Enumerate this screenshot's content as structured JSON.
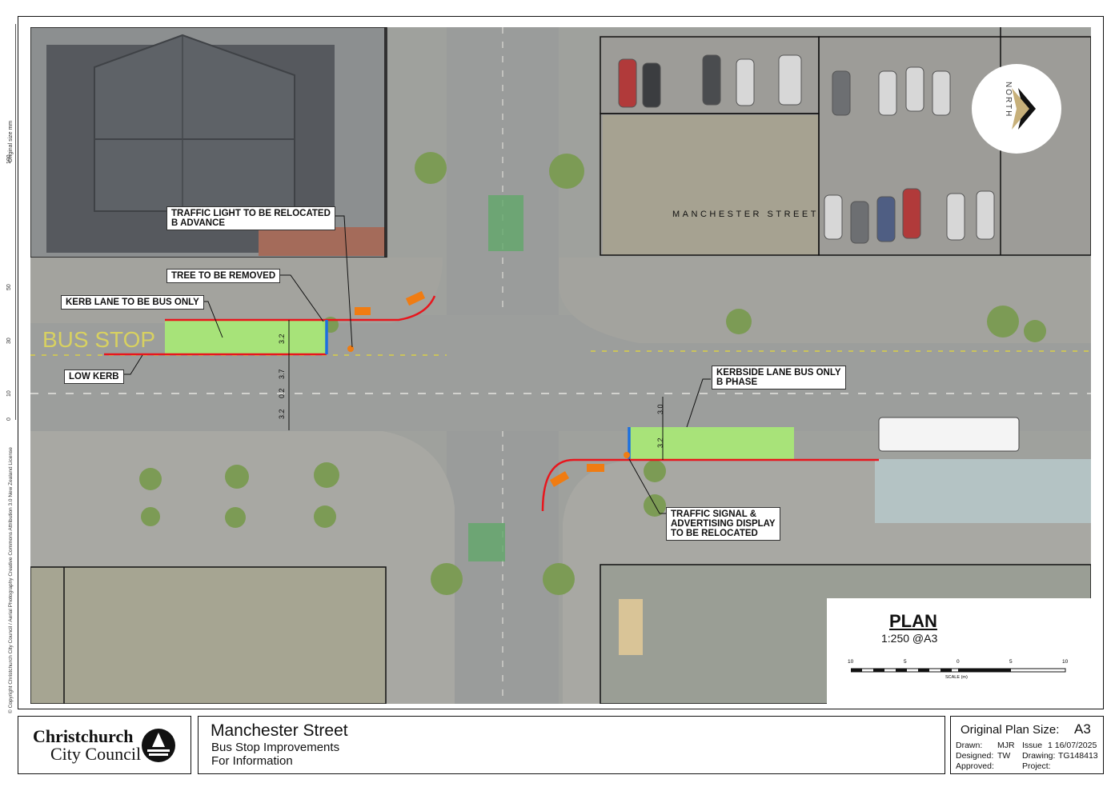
{
  "map": {
    "street_label": "MANCHESTER STREET",
    "north_label": "NORTH",
    "callouts": {
      "traffic_light": "TRAFFIC LIGHT TO BE RELOCATED\nB ADVANCE",
      "tree_removed": "TREE TO BE REMOVED",
      "kerb_lane": "KERB LANE TO BE BUS ONLY",
      "low_kerb": "LOW KERB",
      "kerbside_lane": "KERBSIDE LANE BUS ONLY\nB PHASE",
      "traffic_signal": "TRAFFIC SIGNAL &\nADVERTISING DISPLAY\nTO BE RELOCATED"
    },
    "road_marking": "BUS STOP",
    "dimensions_west": [
      "3.2",
      "3.7",
      "0.2",
      "3.2"
    ],
    "dimensions_east": [
      "3.0",
      "3.2"
    ],
    "colors": {
      "bus_lane": "#a9ef73",
      "new_kerb": "#e8161d",
      "stop_line": "#1c6fe0",
      "signal": "#f07c12"
    }
  },
  "plan": {
    "title": "PLAN",
    "scale": "1:250 @A3",
    "scalebar_ticks": [
      "10",
      "5",
      "0",
      "5",
      "10"
    ],
    "scalebar_label": "SCALE (m)"
  },
  "left_margin": {
    "copyright": "© Copyright Christchurch City Council / Aerial Photography Creative Commons Attribution 3.0 New Zealand License",
    "ruler_caption": "Original size mm",
    "ruler_ticks": [
      "100",
      "50",
      "30",
      "10",
      "0"
    ]
  },
  "title_block": {
    "logo_line1": "Christchurch",
    "logo_line2": "City Council",
    "project_title": "Manchester Street",
    "subtitle1": "Bus Stop Improvements",
    "subtitle2": "For Information",
    "plan_size_label": "Original Plan Size:",
    "plan_size_value": "A3",
    "drawn_label": "Drawn:",
    "drawn_value": "MJR",
    "issue_label": "Issue",
    "issue_value": "1 16/07/2025",
    "designed_label": "Designed:",
    "designed_value": "TW",
    "drawing_label": "Drawing:",
    "drawing_value": "TG148413",
    "approved_label": "Approved:",
    "approved_value": "",
    "project_label": "Project:",
    "project_value": ""
  }
}
